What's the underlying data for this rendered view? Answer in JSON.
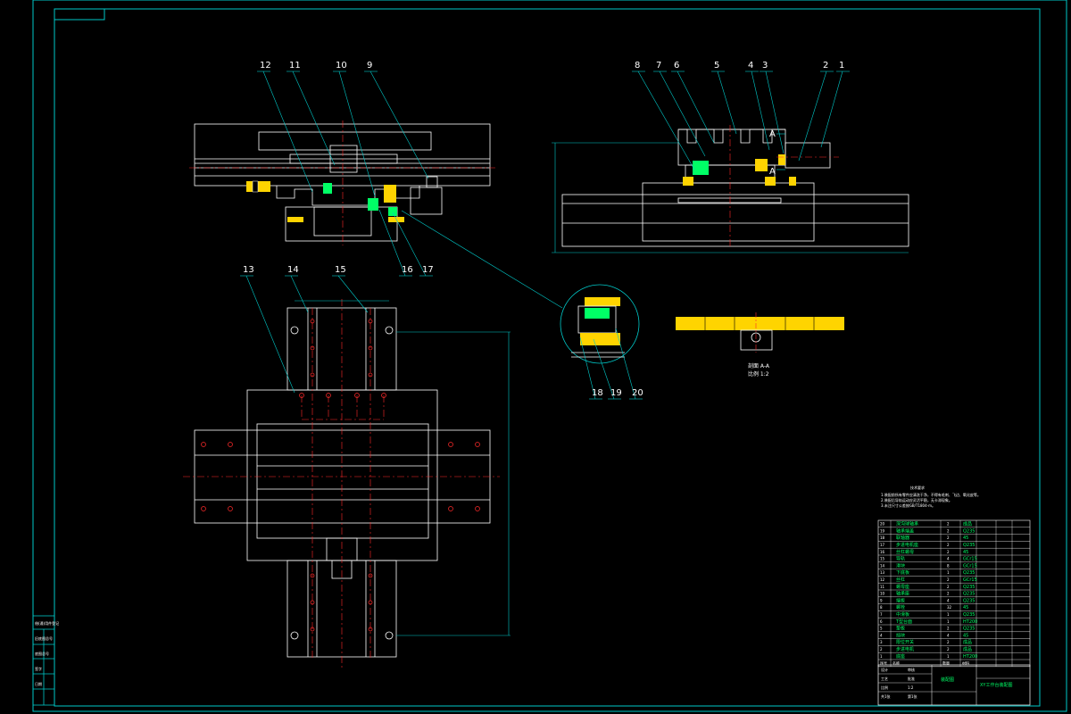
{
  "drawing": {
    "background": "#000000",
    "colors": {
      "frame": "#00c8c8",
      "geometry": "#ffffff",
      "centerline": "#ff2a2a",
      "hatch": "#ffd400",
      "green": "#00ff66"
    },
    "balloons": {
      "front_view": [
        "12",
        "11",
        "10",
        "9",
        "16",
        "17"
      ],
      "side_view": [
        "8",
        "7",
        "6",
        "5",
        "4",
        "3",
        "2",
        "1"
      ],
      "plan_view": [
        "13",
        "14",
        "15"
      ],
      "detail_view": [
        "18",
        "19",
        "20"
      ]
    },
    "section_label": "A",
    "section_caption": [
      "剖面 A-A",
      "比例 1:2"
    ],
    "notes_title": "技术要求",
    "notes": [
      "1.装配前所有零件应清洗干净，不得有毛刺、飞边、氧化皮等。",
      "2.装配后导轨运动应灵活平稳，无卡滞现象。",
      "3.未注尺寸公差按GB/T1804-m。"
    ],
    "parts_list": {
      "rows": [
        [
          "20",
          "深沟球轴承",
          "2",
          "成品"
        ],
        [
          "19",
          "轴承端盖",
          "2",
          "Q235"
        ],
        [
          "18",
          "联轴器",
          "2",
          "45"
        ],
        [
          "17",
          "步进电机座",
          "2",
          "Q235"
        ],
        [
          "16",
          "丝杠螺母",
          "2",
          "45"
        ],
        [
          "15",
          "导轨",
          "4",
          "GCr15"
        ],
        [
          "14",
          "滑块",
          "8",
          "GCr15"
        ],
        [
          "13",
          "下底板",
          "1",
          "Q235"
        ],
        [
          "12",
          "丝杠",
          "2",
          "GCr15"
        ],
        [
          "11",
          "螺母座",
          "2",
          "Q235"
        ],
        [
          "10",
          "轴承座",
          "2",
          "Q235"
        ],
        [
          "9",
          "端板",
          "4",
          "Q235"
        ],
        [
          "8",
          "螺栓",
          "32",
          "45"
        ],
        [
          "7",
          "中滑板",
          "1",
          "Q235"
        ],
        [
          "6",
          "T型台面",
          "1",
          "HT200"
        ],
        [
          "5",
          "垫板",
          "2",
          "Q235"
        ],
        [
          "4",
          "挡块",
          "4",
          "45"
        ],
        [
          "3",
          "限位开关",
          "2",
          "成品"
        ],
        [
          "2",
          "步进电机",
          "2",
          "成品"
        ],
        [
          "1",
          "底座",
          "1",
          "HT200"
        ]
      ],
      "header": [
        "序号",
        "名称",
        "数量",
        "材料"
      ]
    },
    "title_block": {
      "drawing_title": "XY工作台装配图",
      "left_cell": "装配图",
      "cells": [
        "设计",
        "审核",
        "工艺",
        "批准",
        "比例",
        "1:2",
        "共1张",
        "第1张"
      ]
    },
    "side_labels": [
      "借(通)用件登记",
      "旧底图总号",
      "底图总号",
      "签字",
      "日期"
    ]
  }
}
